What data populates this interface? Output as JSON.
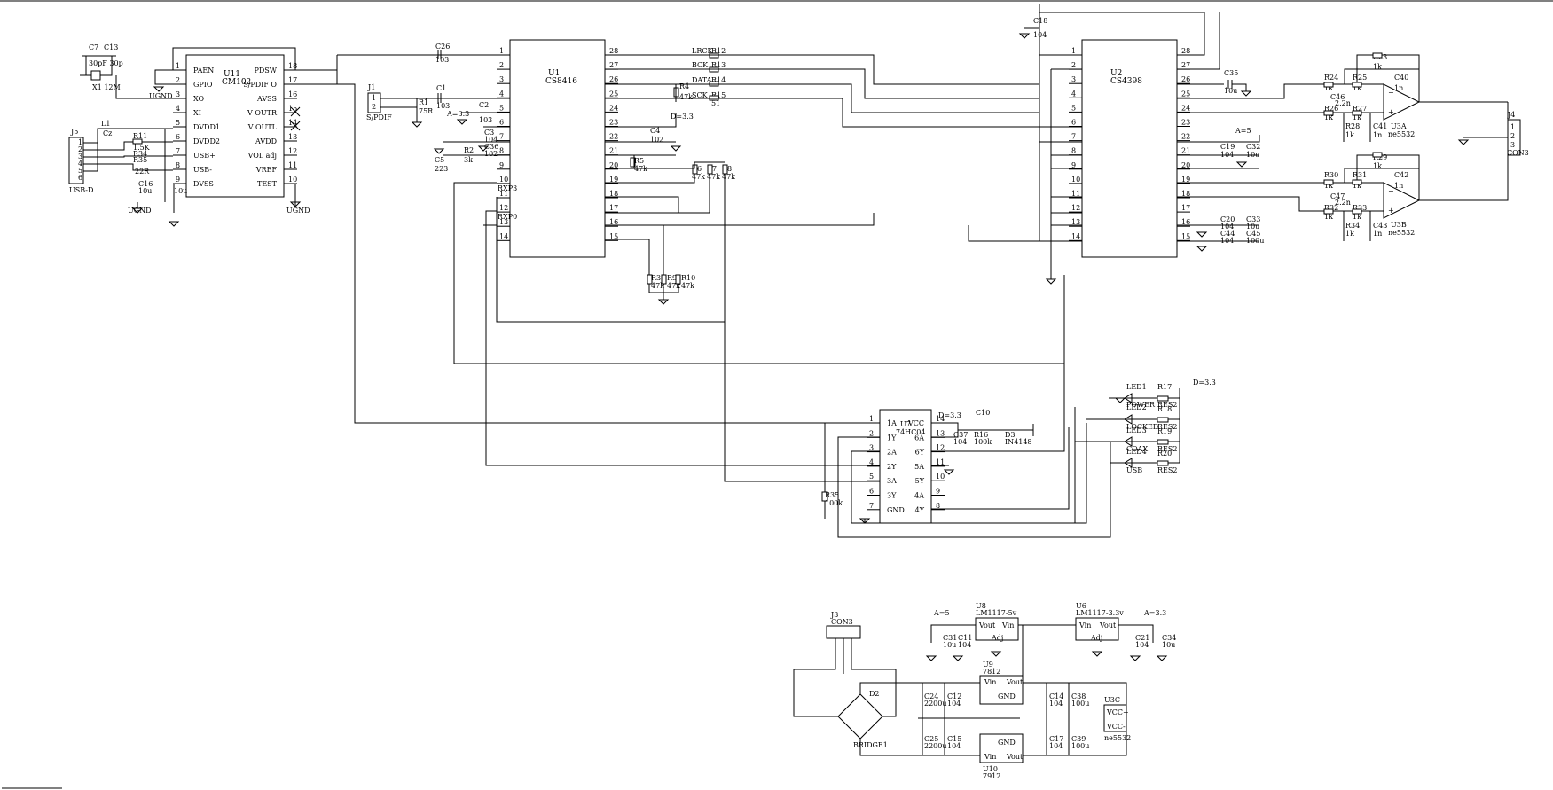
{
  "schematic": {
    "u11": {
      "ref": "U11",
      "part": "CM102",
      "left_pins": [
        {
          "n": "1",
          "name": "PAEN"
        },
        {
          "n": "2",
          "name": "GPIO"
        },
        {
          "n": "3",
          "name": "XO"
        },
        {
          "n": "4",
          "name": "XI"
        },
        {
          "n": "5",
          "name": "DVDD1"
        },
        {
          "n": "6",
          "name": "DVDD2"
        },
        {
          "n": "7",
          "name": "USB+"
        },
        {
          "n": "8",
          "name": "USB-"
        },
        {
          "n": "9",
          "name": "DVSS"
        }
      ],
      "right_pins": [
        {
          "n": "18",
          "name": "PDSW"
        },
        {
          "n": "17",
          "name": "S/PDIF O"
        },
        {
          "n": "16",
          "name": "AVSS"
        },
        {
          "n": "15",
          "name": "V OUTR"
        },
        {
          "n": "14",
          "name": "V OUTL"
        },
        {
          "n": "13",
          "name": "AVDD"
        },
        {
          "n": "12",
          "name": "VOL adj"
        },
        {
          "n": "11",
          "name": "VREF"
        },
        {
          "n": "10",
          "name": "TEST"
        }
      ]
    },
    "u1": {
      "ref": "U1",
      "part": "CS8416",
      "left_nums": [
        "1",
        "2",
        "3",
        "4",
        "5",
        "6",
        "7",
        "8",
        "9",
        "10",
        "11",
        "12",
        "13",
        "14"
      ],
      "right_nums": [
        "28",
        "27",
        "26",
        "25",
        "24",
        "23",
        "22",
        "21",
        "20",
        "19",
        "18",
        "17",
        "16",
        "15"
      ],
      "rxp3": "RXP3",
      "rxp0": "RXP0"
    },
    "u2": {
      "ref": "U2",
      "part": "CS4398",
      "left_nums": [
        "1",
        "2",
        "3",
        "4",
        "5",
        "6",
        "7",
        "8",
        "9",
        "10",
        "11",
        "12",
        "13",
        "14"
      ],
      "right_nums": [
        "28",
        "27",
        "26",
        "25",
        "24",
        "23",
        "22",
        "21",
        "20",
        "19",
        "18",
        "17",
        "16",
        "15"
      ]
    },
    "u7": {
      "ref": "U7",
      "part": "74HC04",
      "left_pins": [
        {
          "n": "1",
          "name": "1A"
        },
        {
          "n": "2",
          "name": "1Y"
        },
        {
          "n": "3",
          "name": "2A"
        },
        {
          "n": "4",
          "name": "2Y"
        },
        {
          "n": "5",
          "name": "3A"
        },
        {
          "n": "6",
          "name": "3Y"
        },
        {
          "n": "7",
          "name": "GND"
        }
      ],
      "right_pins": [
        {
          "n": "14",
          "name": "VCC"
        },
        {
          "n": "13",
          "name": "6A"
        },
        {
          "n": "12",
          "name": "6Y"
        },
        {
          "n": "11",
          "name": "5A"
        },
        {
          "n": "10",
          "name": "5Y"
        },
        {
          "n": "9",
          "name": "4A"
        },
        {
          "n": "8",
          "name": "4Y"
        }
      ]
    },
    "signals": {
      "lrck": "LRCK",
      "bck": "BCK",
      "data": "DATA",
      "sck": "SCK"
    },
    "j1": {
      "ref": "J1",
      "name": "S/PDIF",
      "p1": "1",
      "p2": "2"
    },
    "j5": {
      "ref": "J5",
      "name": "USB-D",
      "pins": [
        "1",
        "2",
        "3",
        "4",
        "5",
        "6"
      ]
    },
    "j4": {
      "ref": "J4",
      "name": "CON3",
      "pins": [
        "1",
        "2",
        "3"
      ]
    },
    "j3": {
      "ref": "J3",
      "name": "CON3"
    },
    "crystal": {
      "c7": "C7",
      "c13": "C13",
      "caps": "30pF 30p",
      "x1": "X1 12M"
    },
    "labels": {
      "ugnd1": "UGND",
      "ugnd2": "UGND",
      "ugnd3": "UGND",
      "c26": "C26",
      "c26v": "103",
      "c1": "C1",
      "c1v": "103",
      "c2": "C2",
      "c2v": "103",
      "r1": "R1",
      "r1v": "75R",
      "a33": "A=3.3",
      "c3": "C3",
      "c3v": "104",
      "c36": "C36",
      "c36v": "102",
      "r2": "R2",
      "r2v": "3k",
      "c5": "C5",
      "c5v": "223",
      "r12": "R12",
      "r13": "R13",
      "r14": "R14",
      "r15": "R15",
      "r15v": "51",
      "r4": "R4",
      "r4v": "47k",
      "d33": "D=3.3",
      "c4": "C4",
      "c4v": "102",
      "r5": "R5",
      "r5v": "47k",
      "r6": "R6",
      "r6v": "47k",
      "r7": "R7",
      "r7v": "47k",
      "r8": "R8",
      "r8v": "47k",
      "r3": "R3",
      "r3v": "47k",
      "r9": "R9",
      "r9v": "47k",
      "r10": "R10",
      "r10v": "47k",
      "l1": "L1",
      "l1v": "Cz",
      "r11": "R11",
      "r11v": "1.5K",
      "r34": "R34",
      "r34v": "22R",
      "r35b": "R35",
      "r35bv": "22R",
      "c16": "C16",
      "c16v": "10u",
      "c10": "C10",
      "c10v": "10u",
      "c18": "C18",
      "c18v": "104",
      "c35": "C35",
      "c35v": "10u",
      "a5": "A=5",
      "c19": "C19",
      "c19v": "104",
      "c32": "C32",
      "c32v": "10u",
      "c20": "C20",
      "c20v": "104",
      "c33": "C33",
      "c33v": "10u",
      "c44": "C44",
      "c44v": "104",
      "c45": "C45",
      "c45v": "100u",
      "r23": "R23",
      "r23v": "1k",
      "r24": "R24",
      "r24v": "1k",
      "r25": "R25",
      "r25v": "1k",
      "c40": "C40",
      "c40v": "1n",
      "r26": "R26",
      "r26v": "1k",
      "r27": "R27",
      "r27v": "1k",
      "c46": "C46",
      "c46v": "2.2n",
      "r28": "R28",
      "r28v": "1k",
      "c41": "C41",
      "c41v": "1n",
      "u3a": "U3A",
      "u3av": "ne5532",
      "r29": "R29",
      "r29v": "1k",
      "r30": "R30",
      "r30v": "1k",
      "r31": "R31",
      "r31v": "1k",
      "c42": "C42",
      "c42v": "1n",
      "r32": "R32",
      "r32v": "1k",
      "r33": "R33",
      "r33v": "1k",
      "c47": "C47",
      "c47v": "2.2n",
      "r34b": "R34",
      "r34bv": "1k",
      "c43": "C43",
      "c43v": "1n",
      "u3b": "U3B",
      "u3bv": "ne5532",
      "led1": "LED1",
      "led1n": "POWER",
      "led2": "LED2",
      "led2n": "LOCKED",
      "led3": "LED3",
      "led3n": "COAX",
      "led4": "LED4",
      "led4n": "USB",
      "r17": "R17",
      "r18": "R18",
      "r19": "R19",
      "r20": "R20",
      "res2": "RES2",
      "d33b": "D=3.3",
      "d33c": "D=3.3",
      "c37": "C37",
      "c37v": "104",
      "c10b": "C10",
      "r16": "R16",
      "r16v": "100k",
      "d3": "D3",
      "d3v": "IN4148",
      "r35": "R35",
      "r35v": "100k",
      "u8": "U8",
      "u8v": "LM1117-5v",
      "u6": "U6",
      "u6v": "LM1117-3.3v",
      "vin": "Vin",
      "vout": "Vout",
      "adj": "Adj",
      "gnd": "GND",
      "c31": "C31",
      "c31v": "10u",
      "c11": "C11",
      "c11v": "104",
      "c21": "C21",
      "c21v": "104",
      "c34": "C34",
      "c34v": "10u",
      "u9": "U9",
      "u9v": "7812",
      "u10": "U10",
      "u10v": "7912",
      "c24": "C24",
      "c24v": "2200u",
      "c12": "C12",
      "c12v": "104",
      "c25": "C25",
      "c25v": "2200u",
      "c15": "C15",
      "c15v": "104",
      "c14": "C14",
      "c14v": "104",
      "c38": "C38",
      "c38v": "100u",
      "c17": "C17",
      "c17v": "104",
      "c39": "C39",
      "c39v": "100u",
      "u3c": "U3C",
      "u3cv": "ne5532",
      "vccp": "VCC+",
      "vccm": "VCC-",
      "d2": "D2",
      "bridge": "BRIDGE1"
    }
  }
}
